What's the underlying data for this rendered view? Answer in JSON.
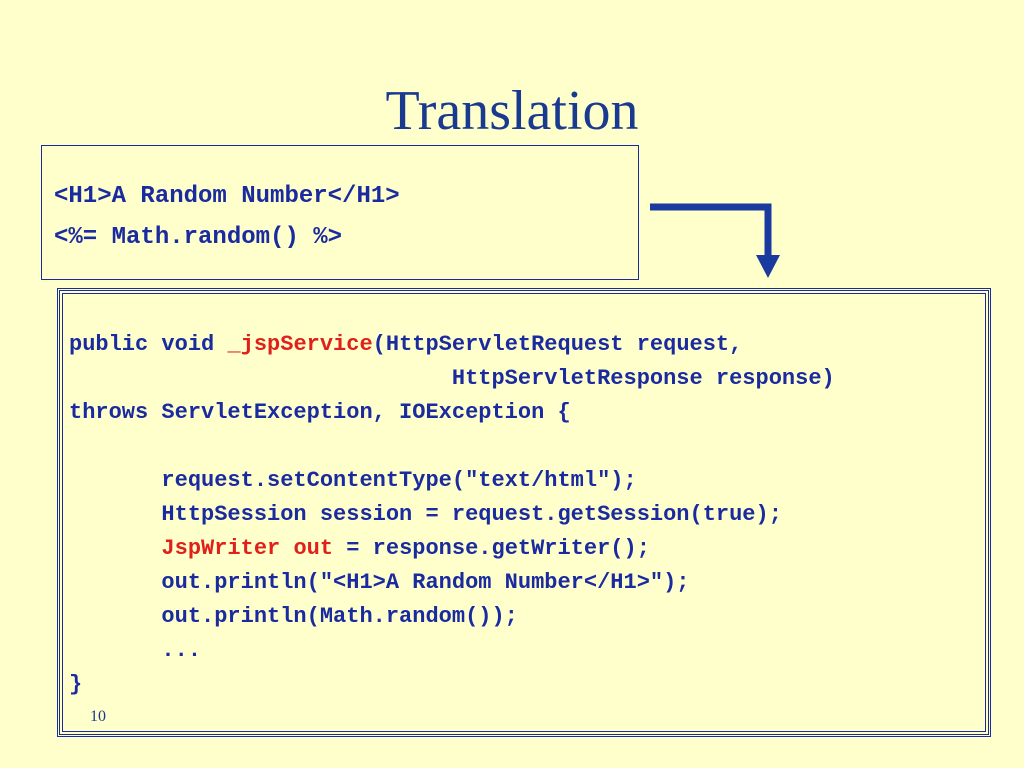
{
  "slide": {
    "title": "Translation",
    "page_number": "10"
  },
  "jsp_source": {
    "lines": [
      "<H1>A Random Number</H1>",
      "<%= Math.random() %>"
    ]
  },
  "servlet_code": {
    "line1_a": "public void ",
    "line1_method": "_jspService",
    "line1_b": "(HttpServletRequest request,",
    "line2": "                             HttpServletResponse response)",
    "line3": "throws ServletException, IOException {",
    "line4": "",
    "line5": "       request.setContentType(\"text/html\");",
    "line6": "       HttpSession session = request.getSession(true);",
    "line7_indent": "       ",
    "line7_type": "JspWriter",
    "line7_space": " ",
    "line7_var": "out",
    "line7_rest": " = response.getWriter();",
    "line8": "       out.println(\"<H1>A Random Number</H1>\");",
    "line9": "       out.println(Math.random());",
    "line10": "       ...",
    "line11": "}"
  },
  "colors": {
    "background": "#ffffcc",
    "code": "#1a2a9f",
    "title": "#1a3a8f",
    "highlight": "#e0201a",
    "arrow": "#1a3a9f"
  }
}
